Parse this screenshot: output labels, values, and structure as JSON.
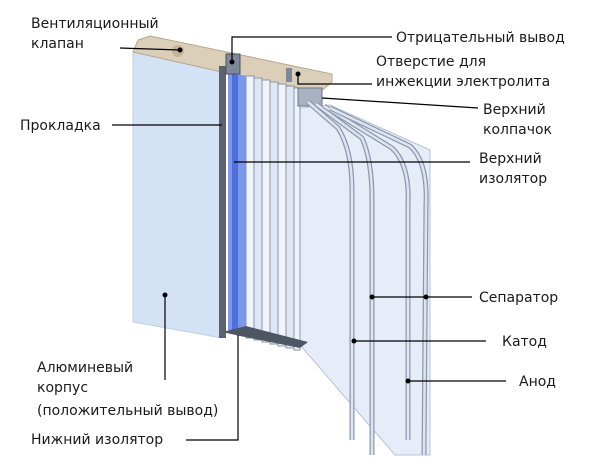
{
  "labels": {
    "vent_valve": [
      "Вентиляционный",
      "клапан"
    ],
    "negative_terminal": [
      "Отрицательный вывод"
    ],
    "injection_hole": [
      "Отверстие для",
      "инжекции электролита"
    ],
    "gasket": [
      "Прокладка"
    ],
    "top_cap": [
      "Верхний",
      "колпачок"
    ],
    "top_insulator": [
      "Верхний",
      "изолятор"
    ],
    "separator": [
      "Сепаратор"
    ],
    "cathode": [
      "Катод"
    ],
    "anode": [
      "Анод"
    ],
    "aluminum_case": [
      "Алюминевый",
      "корпус",
      "(положительный вывод)"
    ],
    "bottom_insulator": [
      "Нижний изолятор"
    ]
  },
  "colors": {
    "case_face": "#d6e3f6",
    "case_side": "#c8d8ef",
    "lid": "#d9cbb6",
    "core": "#7e9ae8",
    "core_light": "#b6c7f2",
    "sheet": "#e2eaf8",
    "plate": "#8f97a8"
  }
}
